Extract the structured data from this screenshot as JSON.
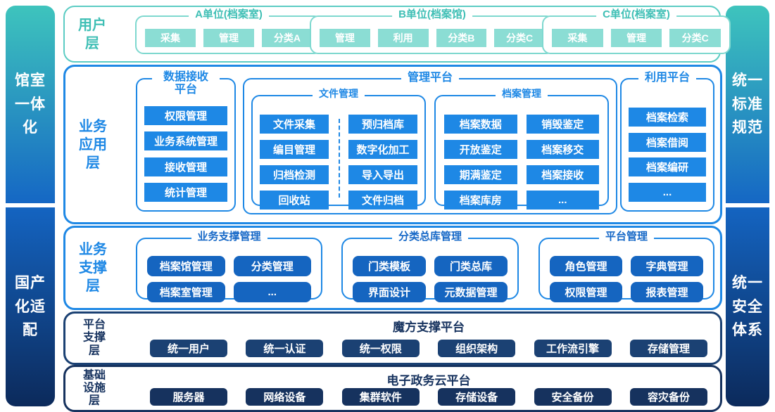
{
  "colors": {
    "teal": "#3FBFB5",
    "teal_chip": "#8BDDD4",
    "blue": "#1E88E5",
    "mid_blue": "#1565C0",
    "navy": "#1B4173",
    "dark_navy": "#16325E"
  },
  "sidebar_left": {
    "top": "馆室一体化",
    "bottom": "国产化适配"
  },
  "sidebar_right": {
    "top": "统一标准规范",
    "bottom": "统一安全体系"
  },
  "user_layer": {
    "label": "用户层",
    "groups": [
      {
        "title": "A单位(档案室)",
        "items": [
          "采集",
          "管理",
          "分类A"
        ]
      },
      {
        "title": "B单位(档案馆)",
        "items": [
          "管理",
          "利用",
          "分类B",
          "分类C"
        ]
      },
      {
        "title": "C单位(档案室)",
        "items": [
          "采集",
          "管理",
          "分类C"
        ]
      }
    ]
  },
  "app_layer": {
    "label": "业务应用层",
    "data_receive": {
      "title": "数据接收平台",
      "items": [
        "权限管理",
        "业务系统管理",
        "接收管理",
        "统计管理"
      ]
    },
    "manage_platform": {
      "title": "管理平台",
      "file_manage": {
        "title": "文件管理",
        "items": [
          "文件采集",
          "预归档库",
          "编目管理",
          "数字化加工",
          "归档检测",
          "导入导出",
          "回收站",
          "文件归档"
        ]
      },
      "archive_manage": {
        "title": "档案管理",
        "items": [
          "档案数据",
          "销毁鉴定",
          "开放鉴定",
          "档案移交",
          "期满鉴定",
          "档案接收",
          "档案库房",
          "..."
        ]
      }
    },
    "use_platform": {
      "title": "利用平台",
      "items": [
        "档案检索",
        "档案借阅",
        "档案编研",
        "..."
      ]
    }
  },
  "support_layer": {
    "label": "业务支撑层",
    "groups": [
      {
        "title": "业务支撑管理",
        "items": [
          "档案馆管理",
          "分类管理",
          "档案室管理",
          "..."
        ]
      },
      {
        "title": "分类总库管理",
        "items": [
          "门类模板",
          "门类总库",
          "界面设计",
          "元数据管理"
        ]
      },
      {
        "title": "平台管理",
        "items": [
          "角色管理",
          "字典管理",
          "权限管理",
          "报表管理"
        ]
      }
    ]
  },
  "platform_layer": {
    "label": "平台支撑层",
    "title": "魔方支撑平台",
    "items": [
      "统一用户",
      "统一认证",
      "统一权限",
      "组织架构",
      "工作流引擎",
      "存储管理"
    ]
  },
  "infra_layer": {
    "label": "基础设施层",
    "title": "电子政务云平台",
    "items": [
      "服务器",
      "网络设备",
      "集群软件",
      "存储设备",
      "安全备份",
      "容灾备份"
    ]
  }
}
